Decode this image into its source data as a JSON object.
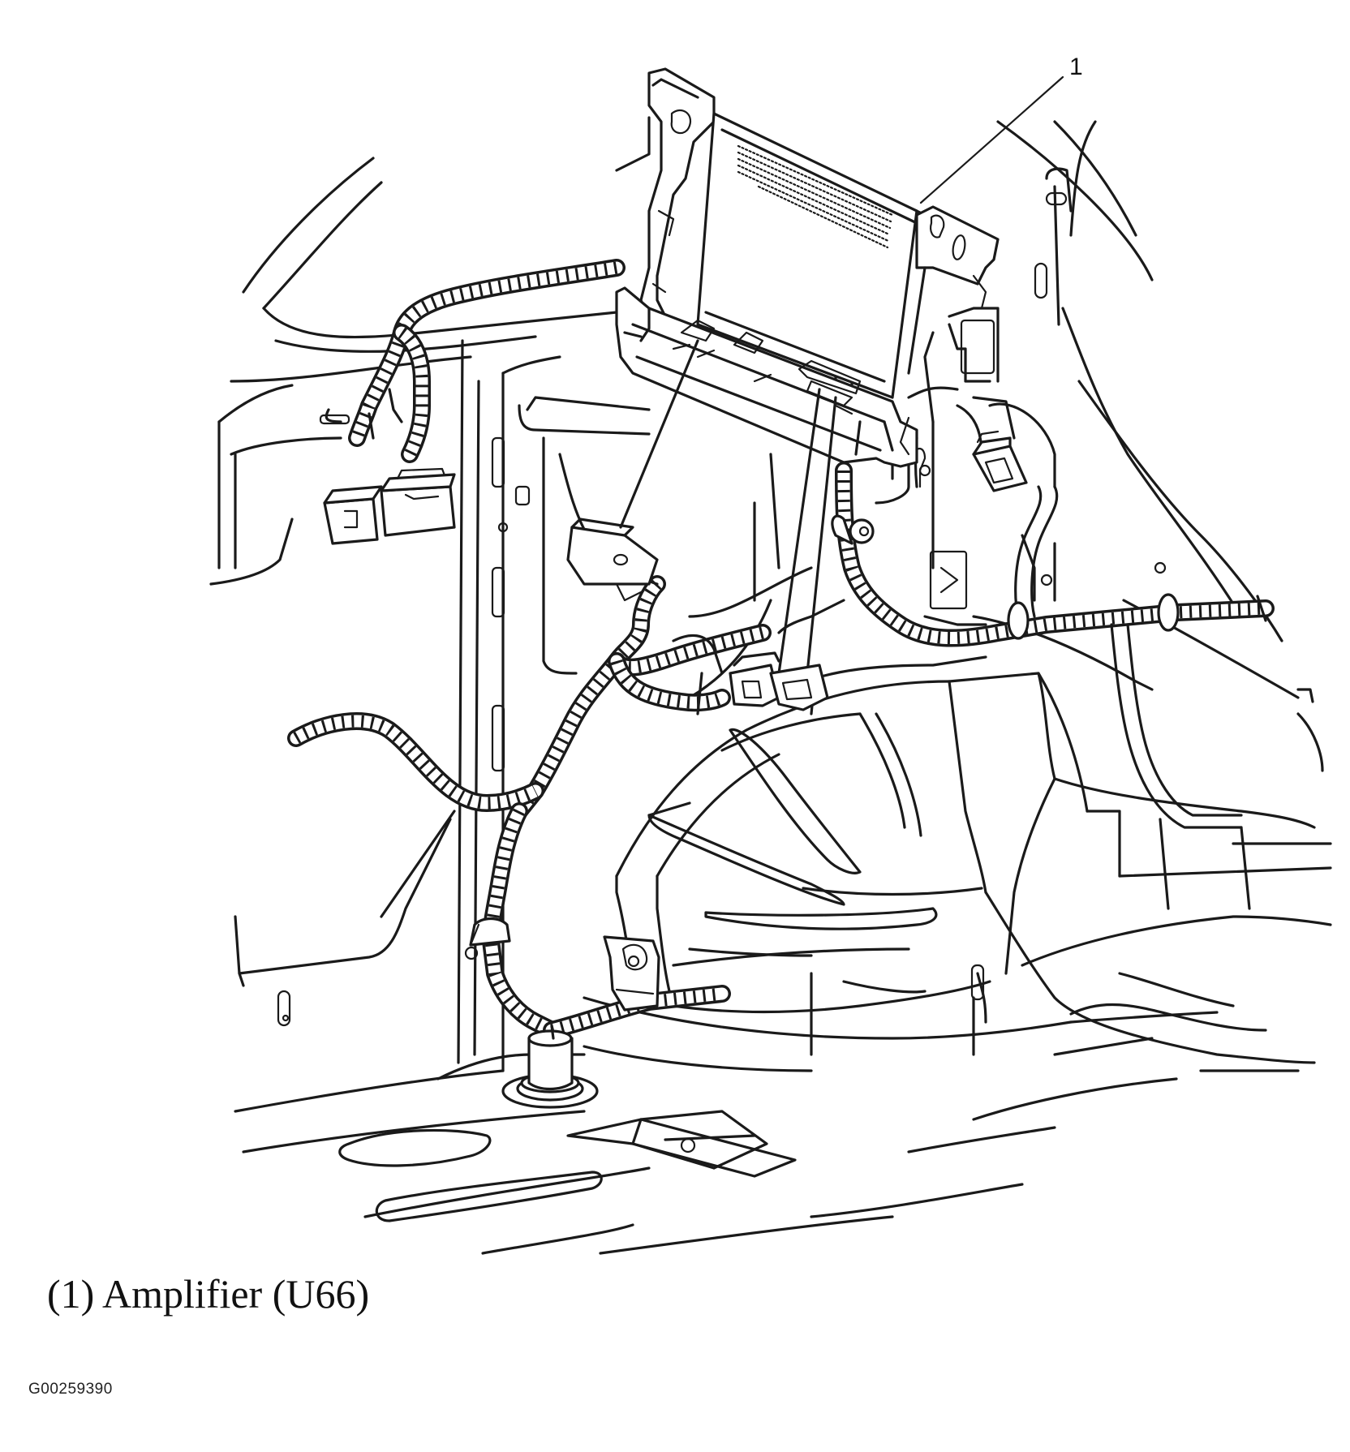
{
  "figure": {
    "callout_number": "1",
    "caption": "(1) Amplifier (U66)",
    "figure_id": "G00259390",
    "line_color": "#1a1a1a",
    "background_color": "#ffffff"
  }
}
